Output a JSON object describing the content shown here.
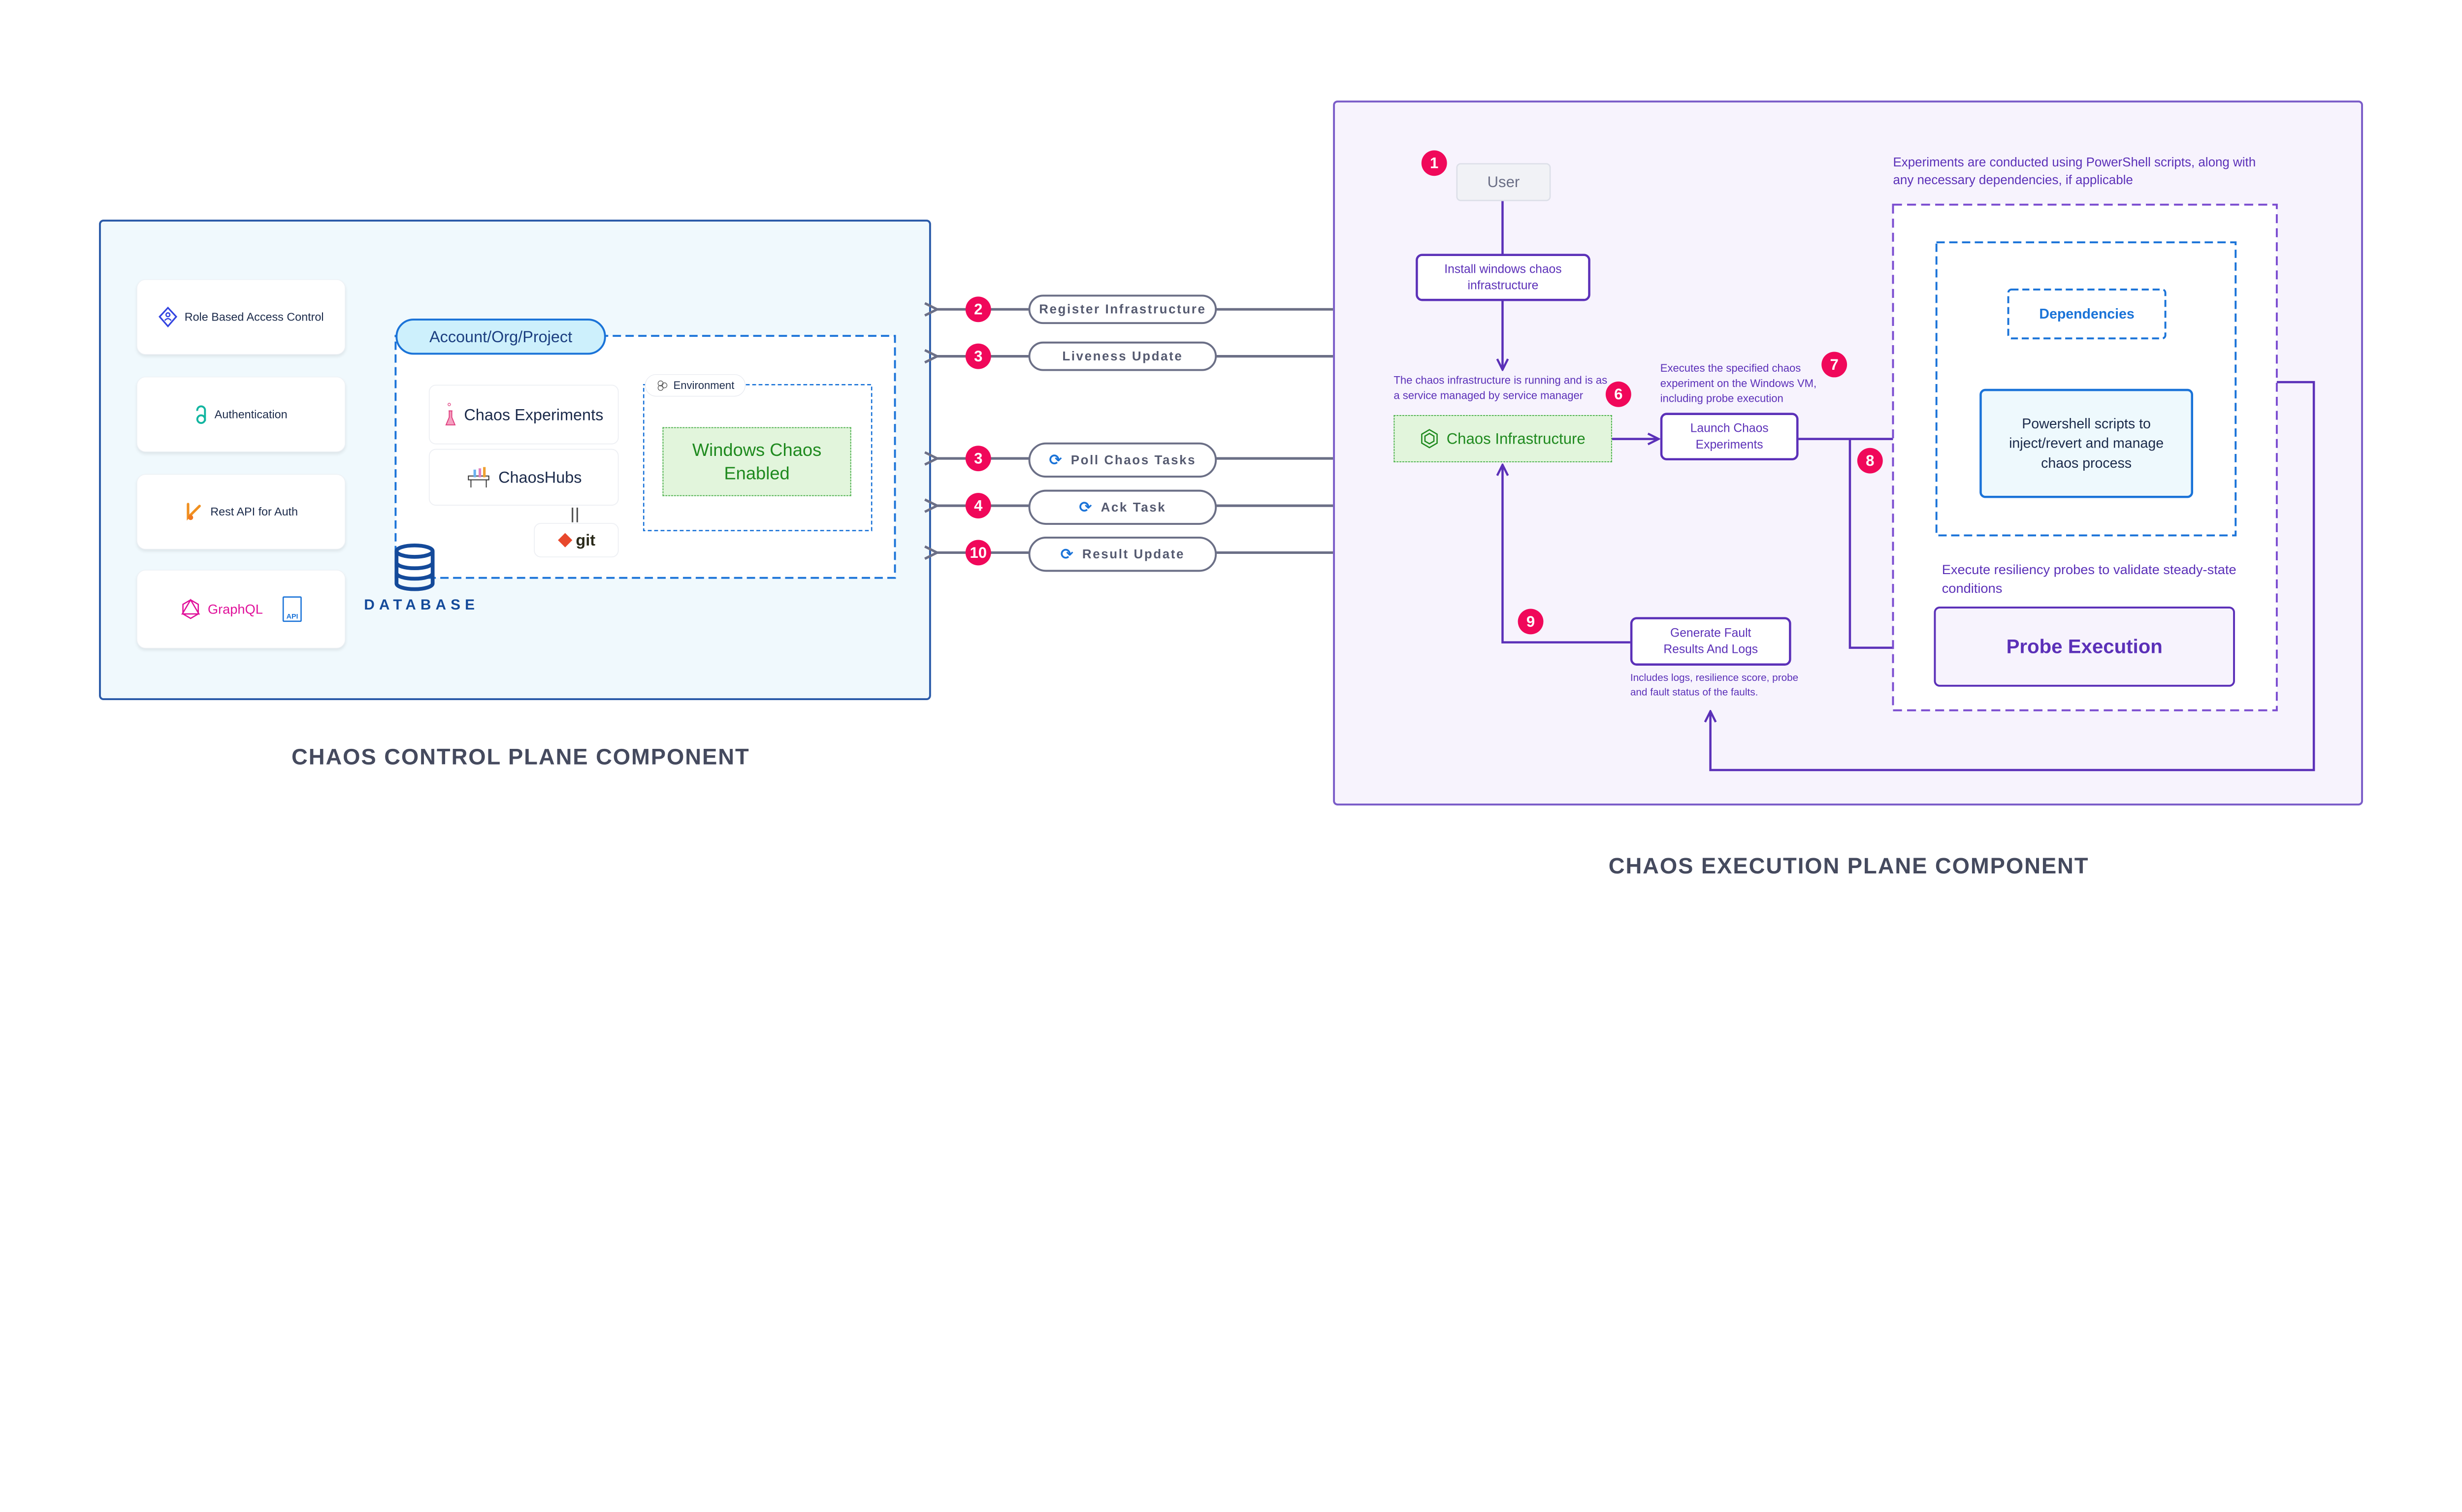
{
  "control_plane": {
    "title": "CHAOS CONTROL PLANE COMPONENT",
    "features": [
      {
        "label": "Role Based Access Control",
        "icon": "rbac-icon"
      },
      {
        "label": "Authentication",
        "icon": "auth-icon"
      },
      {
        "label": "Rest API for Auth",
        "icon": "rest-api-icon"
      },
      {
        "label": "GraphQL",
        "icon": "graphql-icon",
        "extra": "API"
      }
    ],
    "account": "Account/Org/Project",
    "chaos_experiments": "Chaos Experiments",
    "chaoshubs": "ChaosHubs",
    "git": "git",
    "environment": "Environment",
    "windows_chaos": "Windows Chaos Enabled",
    "database": "DATABASE"
  },
  "messages": [
    {
      "step": "2",
      "label": "Register Infrastructure",
      "sync_icon": false
    },
    {
      "step": "3",
      "label": "Liveness Update",
      "sync_icon": false
    },
    {
      "step": "3",
      "label": "Poll Chaos Tasks",
      "sync_icon": true
    },
    {
      "step": "4",
      "label": "Ack Task",
      "sync_icon": true
    },
    {
      "step": "10",
      "label": "Result Update",
      "sync_icon": true
    }
  ],
  "execution_plane": {
    "title": "CHAOS EXECUTION PLANE COMPONENT",
    "user": "User",
    "user_step": "1",
    "install": "Install windows chaos infrastructure",
    "infra_note": "The chaos infrastructure is running and is as a service managed by service manager",
    "infra_step": "6",
    "infra": "Chaos Infrastructure",
    "launch": "Launch Chaos Experiments",
    "launch_note": "Executes the specified chaos experiment on the Windows VM, including probe execution",
    "launch_step": "7",
    "probe_step": "8",
    "scripts_note": "Experiments are conducted using PowerShell scripts, along with any necessary dependencies, if applicable",
    "dependencies": "Dependencies",
    "powershell": "Powershell scripts to inject/revert and manage chaos process",
    "probe_note": "Execute resiliency probes to validate steady-state conditions",
    "probe": "Probe Execution",
    "generate": "Generate Fault Results And Logs",
    "generate_note": "Includes logs, resilience score, probe and fault status of the faults.",
    "generate_step": "9"
  },
  "colors": {
    "accent_pink": "#f0085a",
    "purple": "#5b30b8",
    "blue": "#2a5aa8",
    "green": "#1f8a1f"
  }
}
